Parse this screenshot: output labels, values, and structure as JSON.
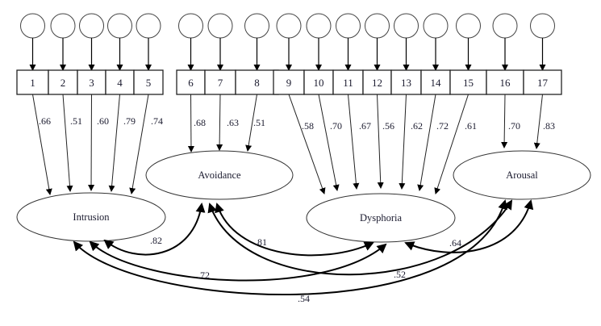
{
  "title": "Four-factor PTSD model (Intrusion, Avoidance, Dysphoria, Arousal)",
  "factors": [
    {
      "id": "intrusion",
      "label": "Intrusion"
    },
    {
      "id": "avoidance",
      "label": "Avoidance"
    },
    {
      "id": "dysphoria",
      "label": "Dysphoria"
    },
    {
      "id": "arousal",
      "label": "Arousal"
    }
  ],
  "items": [
    {
      "label": "1",
      "factor": "intrusion",
      "loading": ".66"
    },
    {
      "label": "2",
      "factor": "intrusion",
      "loading": ".51"
    },
    {
      "label": "3",
      "factor": "intrusion",
      "loading": ".60"
    },
    {
      "label": "4",
      "factor": "intrusion",
      "loading": ".79"
    },
    {
      "label": "5",
      "factor": "intrusion",
      "loading": ".74"
    },
    {
      "label": "6",
      "factor": "avoidance",
      "loading": ".68"
    },
    {
      "label": "7",
      "factor": "avoidance",
      "loading": ".63"
    },
    {
      "label": "8",
      "factor": "avoidance",
      "loading": ".51"
    },
    {
      "label": "9",
      "factor": "dysphoria",
      "loading": ".58"
    },
    {
      "label": "10",
      "factor": "dysphoria",
      "loading": ".70"
    },
    {
      "label": "11",
      "factor": "dysphoria",
      "loading": ".67"
    },
    {
      "label": "12",
      "factor": "dysphoria",
      "loading": ".56"
    },
    {
      "label": "13",
      "factor": "dysphoria",
      "loading": ".62"
    },
    {
      "label": "14",
      "factor": "dysphoria",
      "loading": ".72"
    },
    {
      "label": "15",
      "factor": "dysphoria",
      "loading": ".61"
    },
    {
      "label": "16",
      "factor": "arousal",
      "loading": ".70"
    },
    {
      "label": "17",
      "factor": "arousal",
      "loading": ".83"
    }
  ],
  "correlations": [
    {
      "from": "intrusion",
      "to": "avoidance",
      "value": ".82"
    },
    {
      "from": "avoidance",
      "to": "dysphoria",
      "value": ".81"
    },
    {
      "from": "intrusion",
      "to": "dysphoria",
      "value": ".72"
    },
    {
      "from": "avoidance",
      "to": "arousal",
      "value": ".52"
    },
    {
      "from": "dysphoria",
      "to": "arousal",
      "value": ".64"
    },
    {
      "from": "intrusion",
      "to": "arousal",
      "value": ".54"
    }
  ],
  "colors": {
    "stroke": "#000000",
    "text": "#1a1a2e",
    "background": "#ffffff"
  }
}
